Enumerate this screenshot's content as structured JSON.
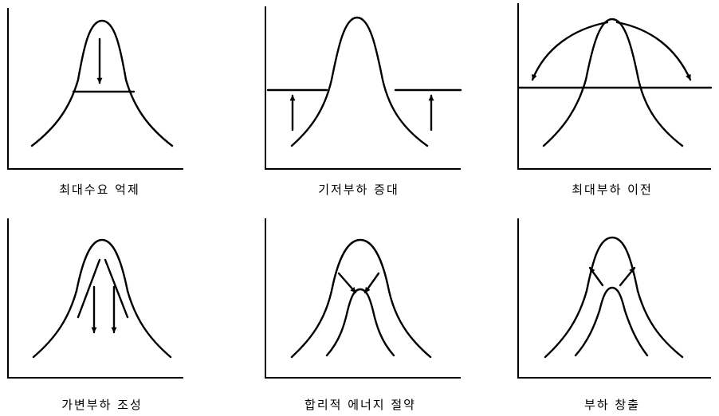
{
  "panels": [
    {
      "caption": "최대수요 억제"
    },
    {
      "caption": "기저부하 증대"
    },
    {
      "caption": "최대부하 이전"
    },
    {
      "caption": "가변부하 조성"
    },
    {
      "caption": "합리적 에너지 절약"
    },
    {
      "caption": "부하 창출"
    }
  ],
  "colors": {
    "line": "#000000",
    "background": "#ffffff"
  }
}
